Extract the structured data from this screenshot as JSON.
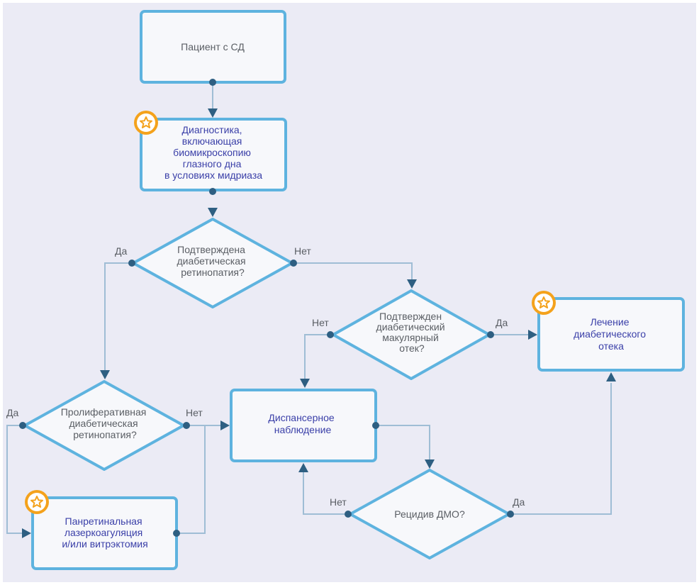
{
  "nodes": {
    "patient": {
      "lines": [
        "Пациент с СД"
      ]
    },
    "diagnostics": {
      "lines": [
        "Диагностика,",
        "включающая",
        "биомикроскопию",
        "глазного дна",
        "в условиях мидриаза"
      ]
    },
    "q_retinopathy": {
      "lines": [
        "Подтверждена",
        "диабетическая",
        "ретинопатия?"
      ]
    },
    "q_macular": {
      "lines": [
        "Подтвержден",
        "диабетический",
        "макулярный",
        "отек?"
      ]
    },
    "treatment_edema": {
      "lines": [
        "Лечение",
        "диабетического",
        "отека"
      ]
    },
    "q_proliferative": {
      "lines": [
        "Пролиферативная",
        "диабетическая",
        "ретинопатия?"
      ]
    },
    "observation": {
      "lines": [
        "Диспансерное",
        "наблюдение"
      ]
    },
    "laser": {
      "lines": [
        "Панретинальная",
        "лазеркоагуляция",
        "и/или витрэктомия"
      ]
    },
    "q_relapse": {
      "lines": [
        "Рецидив ДМО?"
      ]
    }
  },
  "edge_labels": {
    "retino_yes": "Да",
    "retino_no": "Нет",
    "macular_no": "Нет",
    "macular_yes": "Да",
    "prolif_yes": "Да",
    "prolif_no": "Нет",
    "relapse_no": "Нет",
    "relapse_yes": "Да"
  },
  "colors": {
    "node_border": "#5eb3df",
    "edge": "#9fbdd5",
    "connector": "#2e5f82",
    "badge": "#f4a21c",
    "text_gray": "#5a5e64",
    "text_blue": "#3a3fa8"
  },
  "icons": {
    "badge": "star-badge-icon"
  }
}
